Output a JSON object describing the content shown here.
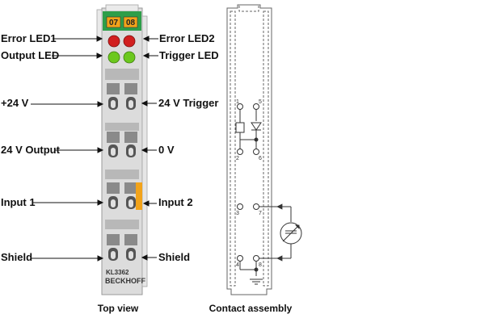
{
  "labels_left": {
    "error_led1": "Error LED1",
    "output_led": "Output LED",
    "plus24v": "+24 V",
    "output_24v": "24 V Output",
    "input1": "Input 1",
    "shield": "Shield"
  },
  "labels_right": {
    "error_led2": "Error LED2",
    "trigger_led": "Trigger LED",
    "trigger_24v": "24 V Trigger",
    "zero_v": "0 V",
    "input2": "Input 2",
    "shield": "Shield"
  },
  "module": {
    "channel_left": "07",
    "channel_right": "08",
    "model": "KL3362",
    "brand": "BECKHOFF"
  },
  "contact_numbers": [
    "1",
    "5",
    "2",
    "6",
    "3",
    "7",
    "4",
    "8"
  ],
  "captions": {
    "top_view": "Top view",
    "contact_assembly": "Contact assembly"
  },
  "colors": {
    "green_label": "#2e9e49",
    "led_red": "#d11f1f",
    "led_green": "#6cc81e",
    "accent_orange": "#f2a31a",
    "module_gray": "#dcdcdc"
  }
}
